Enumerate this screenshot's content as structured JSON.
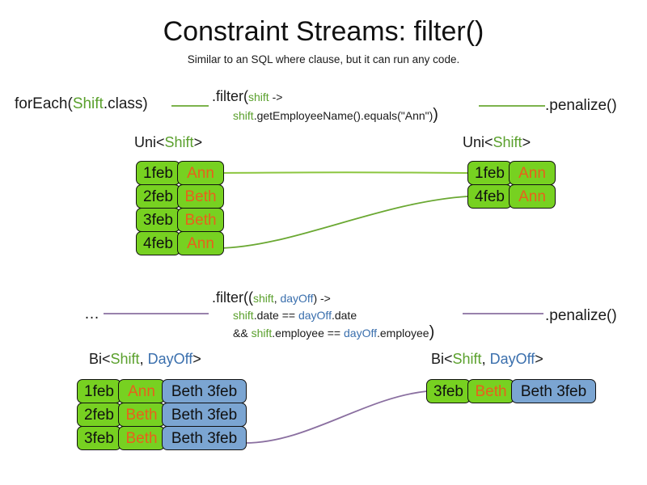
{
  "slide": {
    "title": "Constraint Streams: filter()",
    "subtitle": "Similar to an SQL where clause, but it can run any code."
  },
  "colors": {
    "shift_green": "#5aa02c",
    "dayoff_blue": "#3a6fad",
    "card_green": "#77d121",
    "card_blue": "#7ba5d2",
    "name_orange": "#e8601c",
    "wire_green": "#6aa832",
    "wire_purple": "#8a6fa0",
    "text_black": "#1a1a1a"
  },
  "row1": {
    "source": {
      "prefix": "forEach(",
      "type": "Shift",
      "suffix": ".class)"
    },
    "filter": {
      "line1_prefix": ".filter(",
      "line1_var": "shift",
      "line1_suffix": " ->",
      "line2_var": "shift",
      "line2_code": ".getEmployeeName().equals(\"Ann\")",
      "line2_close": ")"
    },
    "sink": ".penalize()",
    "input_label": {
      "prefix": "Uni<",
      "type1": "Shift",
      "suffix": ">"
    },
    "output_label": {
      "prefix": "Uni<",
      "type1": "Shift",
      "suffix": ">"
    },
    "input_rows": [
      {
        "date": "1feb",
        "name": "Ann"
      },
      {
        "date": "2feb",
        "name": "Beth"
      },
      {
        "date": "3feb",
        "name": "Beth"
      },
      {
        "date": "4feb",
        "name": "Ann"
      }
    ],
    "output_rows": [
      {
        "date": "1feb",
        "name": "Ann"
      },
      {
        "date": "4feb",
        "name": "Ann"
      }
    ]
  },
  "row2": {
    "source": "…",
    "filter": {
      "line1_prefix": ".filter((",
      "line1_var1": "shift",
      "line1_comma": ", ",
      "line1_var2": "dayOff",
      "line1_suffix": ") ->",
      "line2_var1": "shift",
      "line2_mid": ".date == ",
      "line2_var2": "dayOff",
      "line2_end": ".date",
      "line3_op": "&& ",
      "line3_var1": "shift",
      "line3_mid": ".employee == ",
      "line3_var2": "dayOff",
      "line3_end": ".employee",
      "line3_close": ")"
    },
    "sink": ".penalize()",
    "input_label": {
      "prefix": "Bi<",
      "type1": "Shift",
      "comma": ", ",
      "type2": "DayOff",
      "suffix": ">"
    },
    "output_label": {
      "prefix": "Bi<",
      "type1": "Shift",
      "comma": ", ",
      "type2": "DayOff",
      "suffix": ">"
    },
    "input_rows": [
      {
        "date": "1feb",
        "name": "Ann",
        "pair": "Beth 3feb"
      },
      {
        "date": "2feb",
        "name": "Beth",
        "pair": "Beth 3feb"
      },
      {
        "date": "3feb",
        "name": "Beth",
        "pair": "Beth 3feb"
      }
    ],
    "output_rows": [
      {
        "date": "3feb",
        "name": "Beth",
        "pair": "Beth 3feb"
      }
    ]
  }
}
